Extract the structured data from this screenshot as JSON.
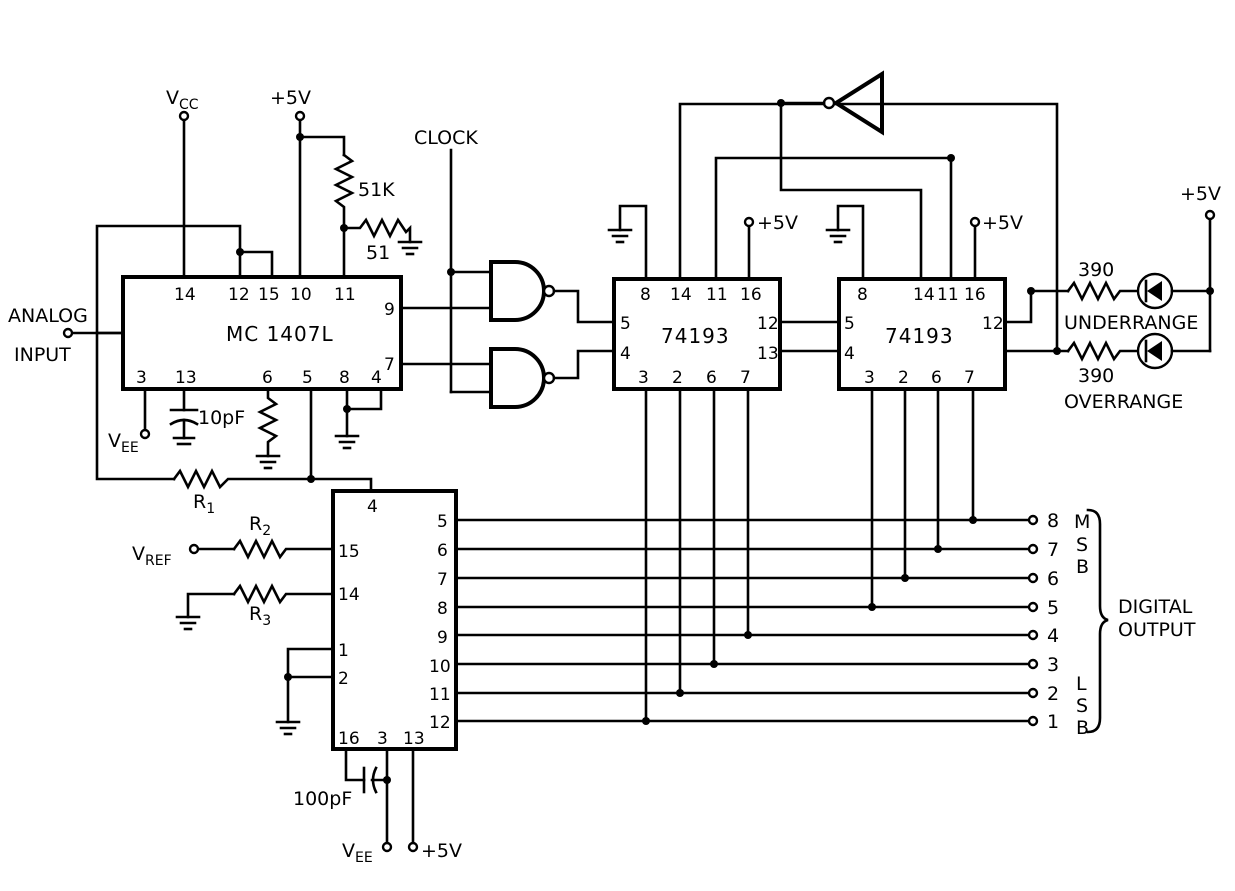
{
  "supply_labels": {
    "vcc": "V",
    "vcc_sub": "CC",
    "plus5v": "+5V",
    "vee": "V",
    "vee_sub": "EE",
    "vref": "V",
    "vref_sub": "REF"
  },
  "signal_labels": {
    "clock": "CLOCK",
    "analog_input_line1": "ANALOG",
    "analog_input_line2": "INPUT",
    "digital_output_line1": "DIGITAL",
    "digital_output_line2": "OUTPUT",
    "underrange": "UNDERRANGE",
    "overrange": "OVERRANGE",
    "msb": [
      "M",
      "S",
      "B"
    ],
    "lsb": [
      "L",
      "S",
      "B"
    ]
  },
  "components": {
    "mc1407": {
      "name": "MC 1407L",
      "top_pins": [
        "14",
        "12",
        "15",
        "10",
        "11"
      ],
      "bottom_pins": [
        "3",
        "13",
        "6",
        "5",
        "8",
        "4"
      ],
      "right_pins": [
        "9",
        "7"
      ]
    },
    "counter1": {
      "name": "74193",
      "top_pins": [
        "8",
        "14",
        "11",
        "16"
      ],
      "bottom_pins": [
        "3",
        "2",
        "6",
        "7"
      ],
      "left_pins": [
        "5",
        "4"
      ],
      "right_pins": [
        "12",
        "13"
      ]
    },
    "counter2": {
      "name": "74193",
      "top_pins": [
        "8",
        "14",
        "11",
        "16"
      ],
      "bottom_pins": [
        "3",
        "2",
        "6",
        "7"
      ],
      "left_pins": [
        "5",
        "4"
      ],
      "right_pins": [
        "12"
      ]
    },
    "dac": {
      "top_pin": "4",
      "left_pins": [
        "15",
        "14",
        "1",
        "2"
      ],
      "right_pins": [
        "5",
        "6",
        "7",
        "8",
        "9",
        "10",
        "11",
        "12"
      ],
      "bottom_pins": [
        "16",
        "3",
        "13"
      ]
    },
    "r_51k": "51K",
    "r_51": "51",
    "c_10pf": "10pF",
    "c_100pf": "100pF",
    "r1": "R",
    "r1_sub": "1",
    "r2": "R",
    "r2_sub": "2",
    "r3": "R",
    "r3_sub": "3",
    "r_390_top": "390",
    "r_390_bottom": "390"
  },
  "output_bits": [
    "8",
    "7",
    "6",
    "5",
    "4",
    "3",
    "2",
    "1"
  ]
}
